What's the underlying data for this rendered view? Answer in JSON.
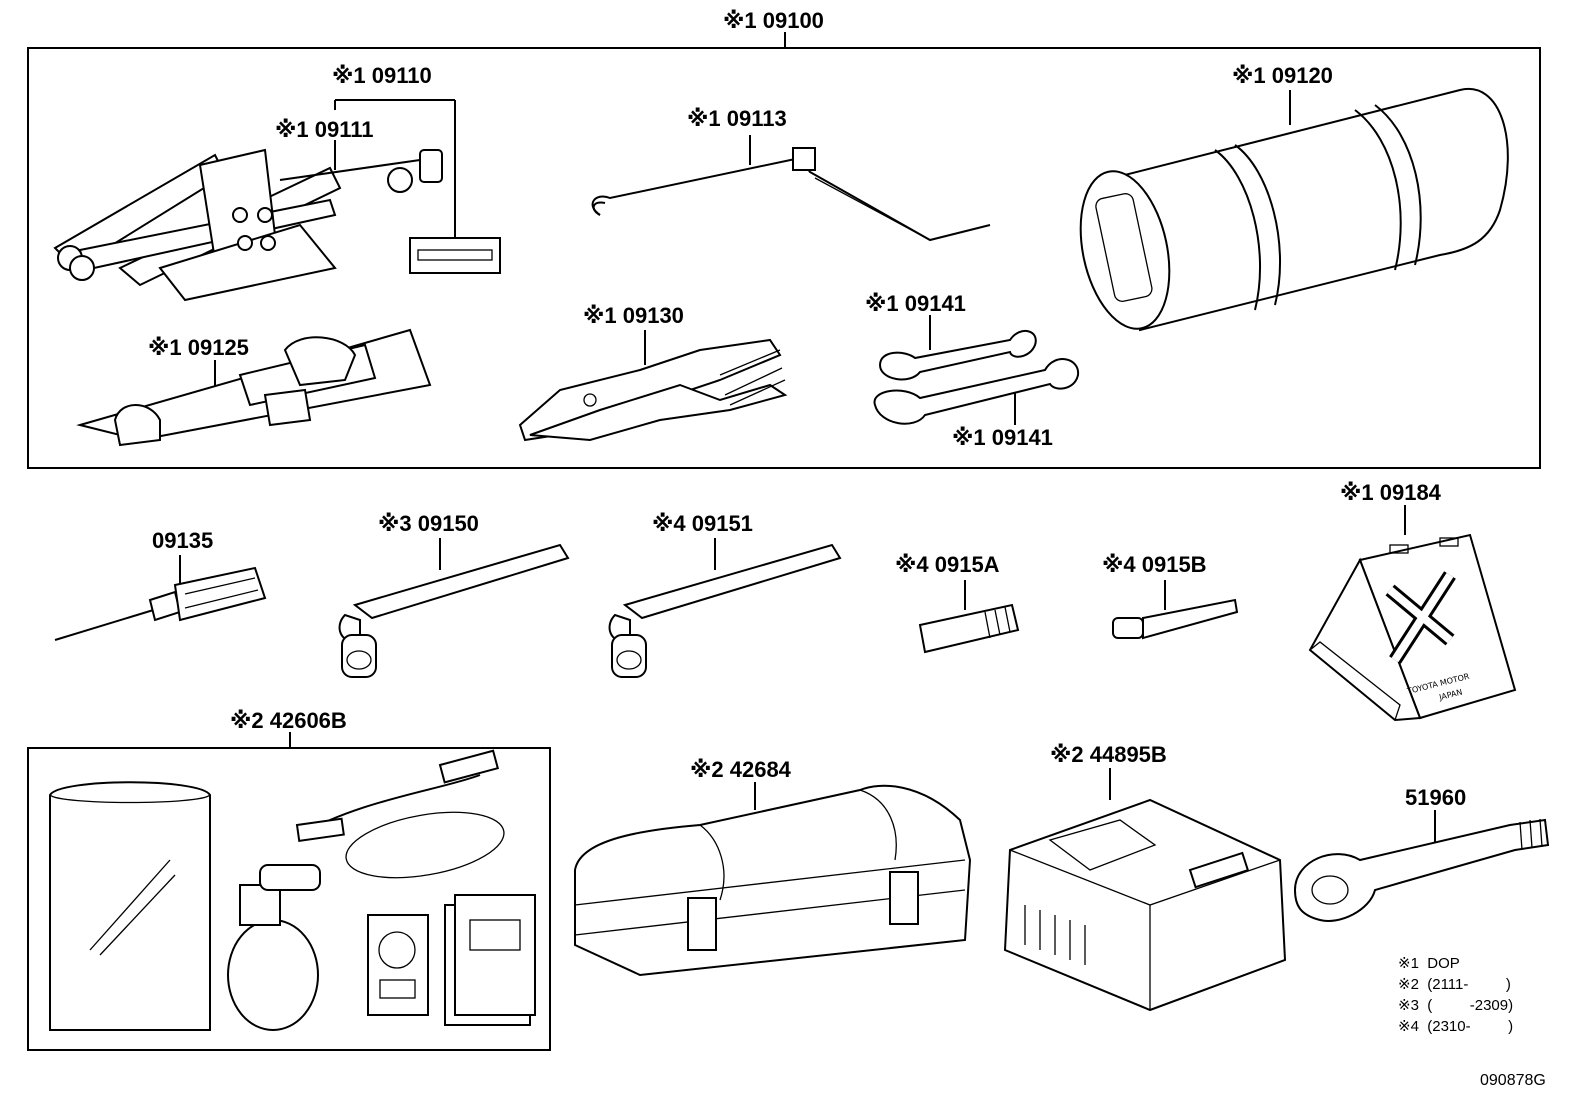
{
  "parts": {
    "p09100": "※1 09100",
    "p09110": "※1 09110",
    "p09111": "※1 09111",
    "p09113": "※1 09113",
    "p09120": "※1 09120",
    "p09125": "※1 09125",
    "p09130": "※1 09130",
    "p09141a": "※1 09141",
    "p09141b": "※1 09141",
    "p09135": "09135",
    "p09150": "※3 09150",
    "p09151": "※4 09151",
    "p0915A": "※4 0915A",
    "p0915B": "※4 0915B",
    "p09184": "※1 09184",
    "p42606B": "※2 42606B",
    "p42684": "※2 42684",
    "p44895B": "※2 44895B",
    "p51960": "51960"
  },
  "stamp": {
    "line1": "TOYOTA MOTOR",
    "line2": "JAPAN"
  },
  "notes": [
    "※1  DOP",
    "※2  (2111-         )",
    "※3  (         -2309)",
    "※4  (2310-         )"
  ],
  "diagram_code": "090878G"
}
